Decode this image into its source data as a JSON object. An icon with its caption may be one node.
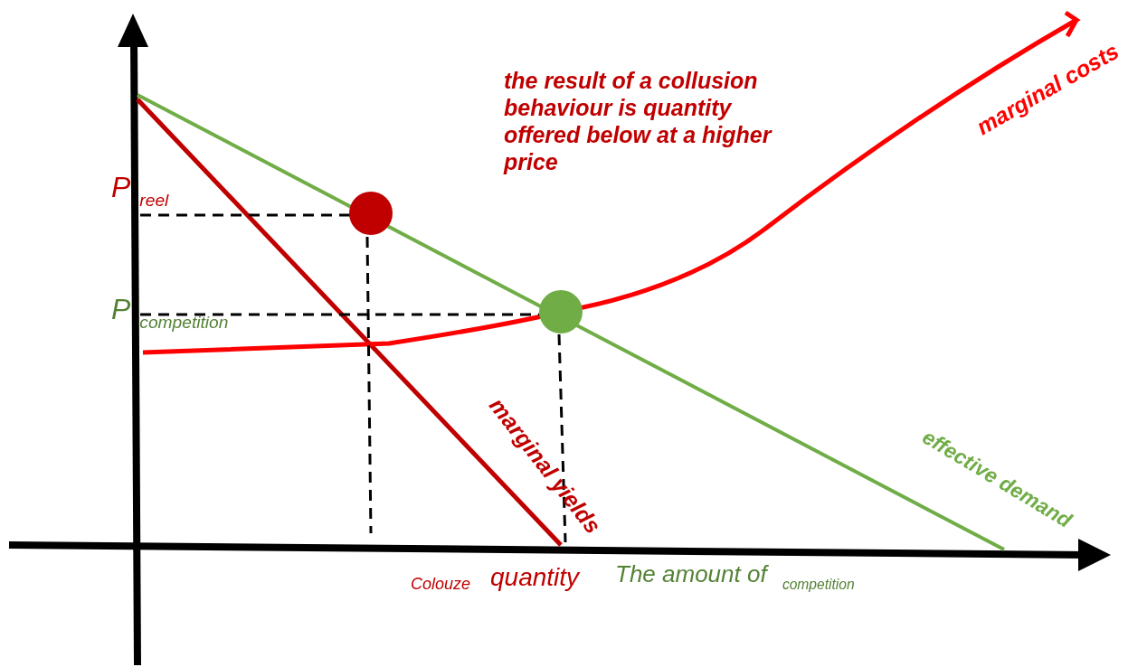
{
  "diagram": {
    "labels": [
      "marginal costs",
      "the result of a collusion behaviour is quantity offered below at a higher price",
      "P$_{reel}$",
      "P$_{competition}$",
      "marginal yields",
      "effective demand",
      "Colouze",
      "quantity",
      "The amount of $_{competition}$"
    ]
  }
}
